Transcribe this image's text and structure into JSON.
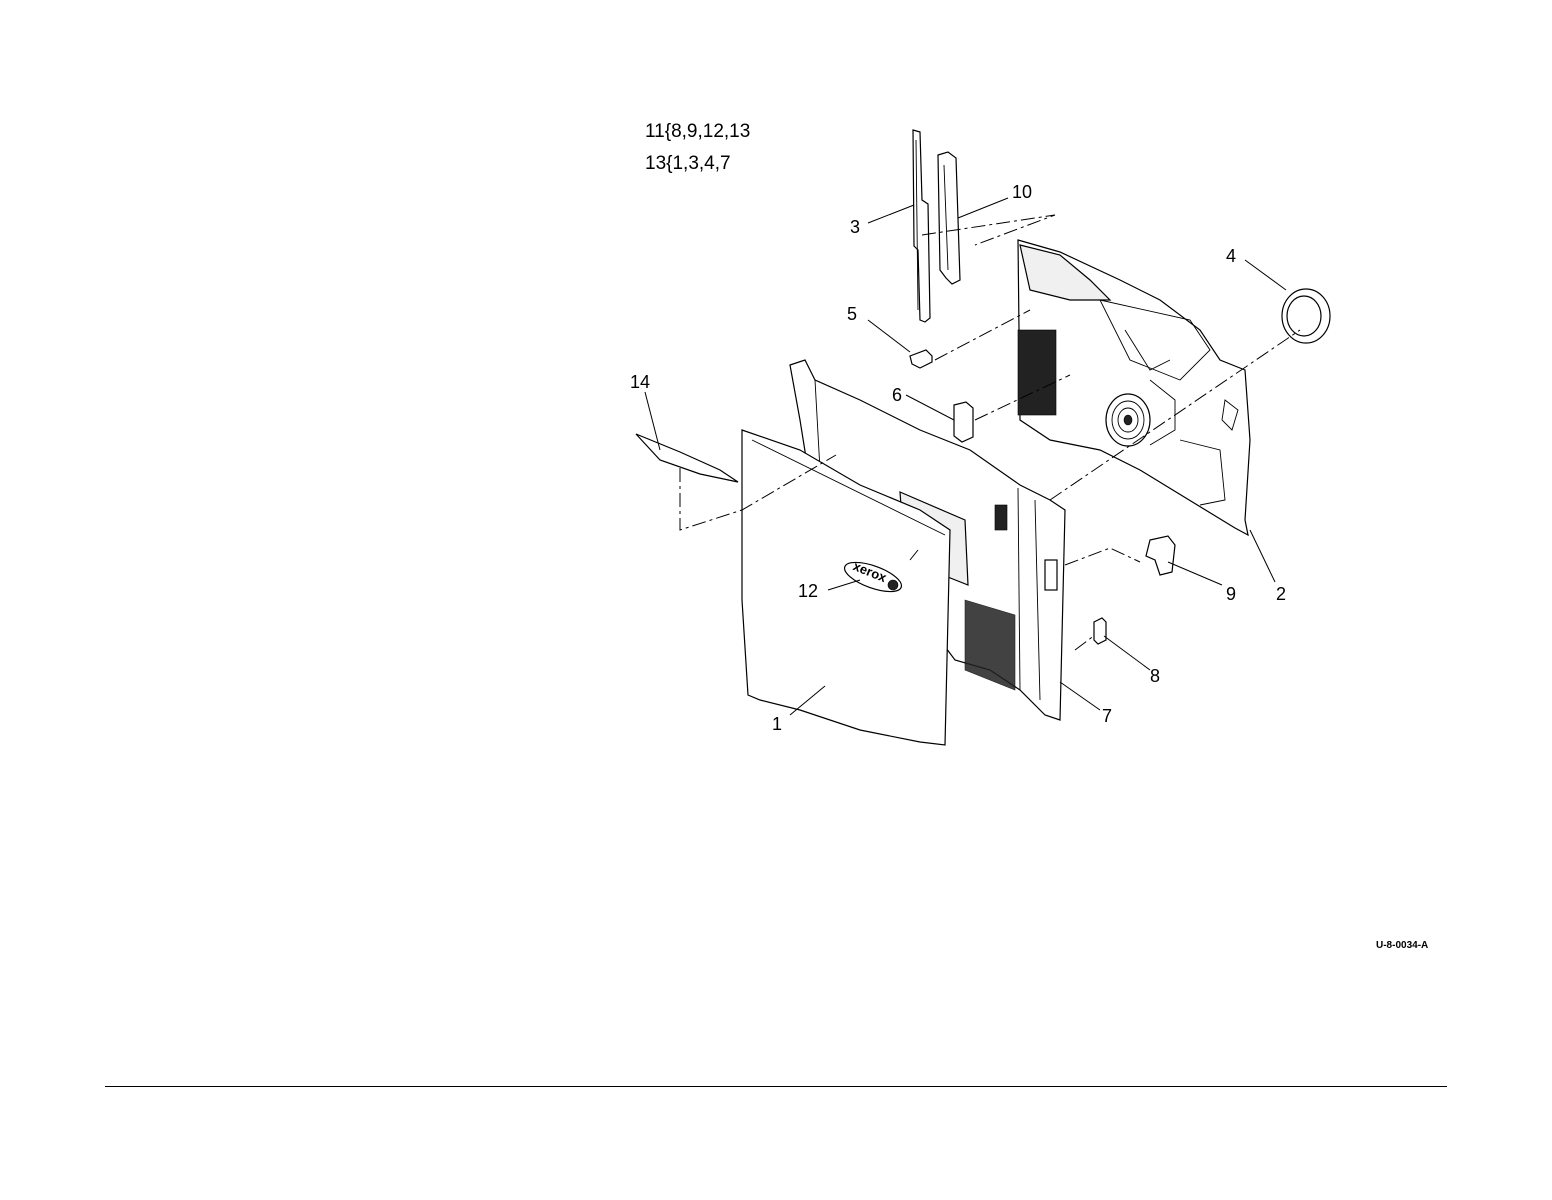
{
  "legend": [
    "11{8,9,12,13",
    "13{1,3,4,7"
  ],
  "callouts": {
    "c1": "1",
    "c2": "2",
    "c3": "3",
    "c4": "4",
    "c5": "5",
    "c6": "6",
    "c7": "7",
    "c8": "8",
    "c9": "9",
    "c10": "10",
    "c12": "12",
    "c14": "14"
  },
  "logo_text": "xerox",
  "figure_code": "U-8-0034-A"
}
